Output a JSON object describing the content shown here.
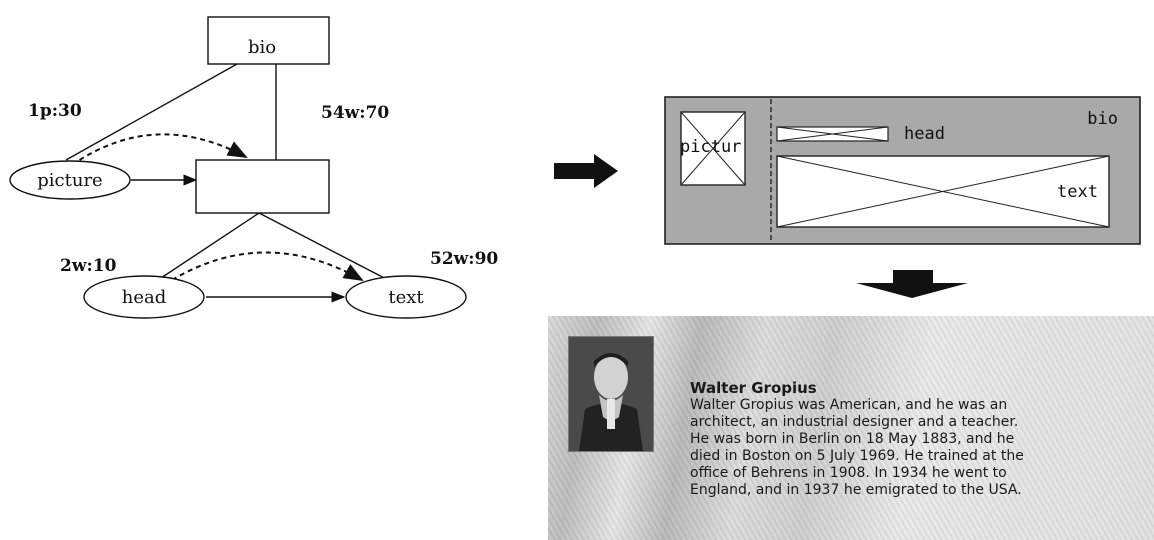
{
  "graph": {
    "nodes": {
      "bio": "bio",
      "picture": "picture",
      "head": "head",
      "text": "text"
    },
    "weights": {
      "picture_link": "1p:30",
      "bio_link": "54w:70",
      "head_link": "2w:10",
      "text_link": "52w:90"
    }
  },
  "layout_box": {
    "bio": "bio",
    "head": "head",
    "text": "text",
    "picture": "pictur"
  },
  "icons": {
    "transform_arrow": "right-arrow-icon",
    "render_arrow": "down-arrow-icon"
  },
  "colors": {
    "layout_fill": "#a9a9a9",
    "panel_bg": "#d9d9d9"
  },
  "bio_panel": {
    "name": "Walter Gropius",
    "lines": [
      "Walter Gropius was American, and he was an",
      "architect, an industrial designer and a teacher.",
      "He was born in Berlin on 18 May 1883, and he",
      "died in Boston on 5 July 1969. He trained at the",
      "office of Behrens in 1908. In 1934 he went to",
      "England, and in 1937 he emigrated to the USA."
    ]
  }
}
